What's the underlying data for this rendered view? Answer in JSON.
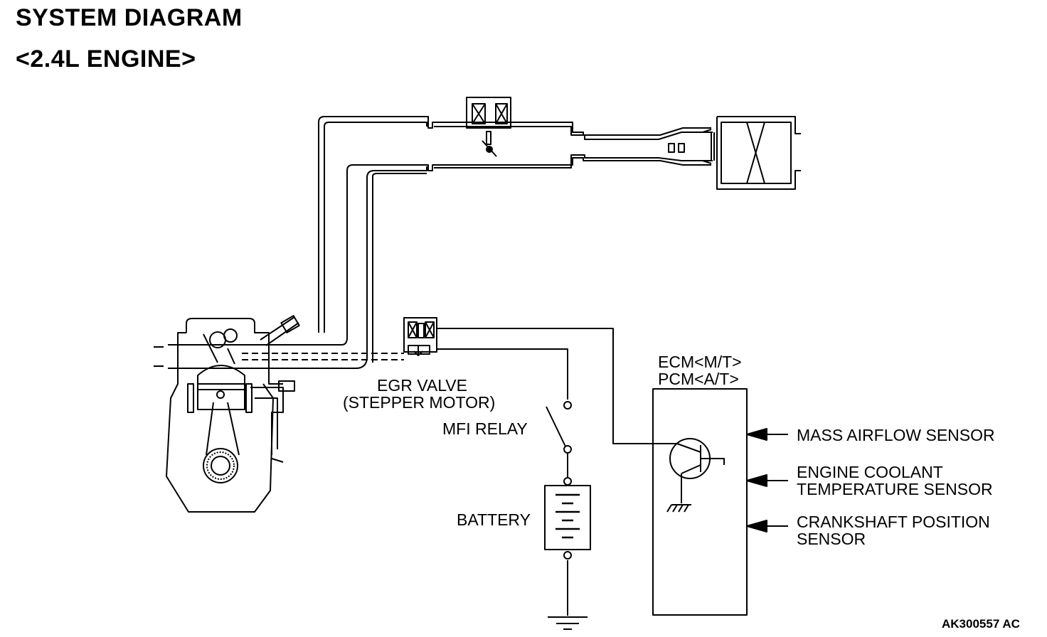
{
  "title": "SYSTEM DIAGRAM",
  "subtitle": "<2.4L ENGINE>",
  "labels": {
    "egr_valve": "EGR VALVE",
    "stepper_motor": "(STEPPER MOTOR)",
    "mfi_relay": "MFI RELAY",
    "battery": "BATTERY",
    "ecm": "ECM<M/T>",
    "pcm": "PCM<A/T>"
  },
  "inputs": [
    {
      "line1": "MASS AIRFLOW SENSOR",
      "line2": ""
    },
    {
      "line1": "ENGINE COOLANT",
      "line2": "TEMPERATURE SENSOR"
    },
    {
      "line1": "CRANKSHAFT POSITION",
      "line2": "SENSOR"
    }
  ],
  "figure_code": "AK300557 AC",
  "colors": {
    "line": "#000000",
    "background": "#ffffff"
  }
}
